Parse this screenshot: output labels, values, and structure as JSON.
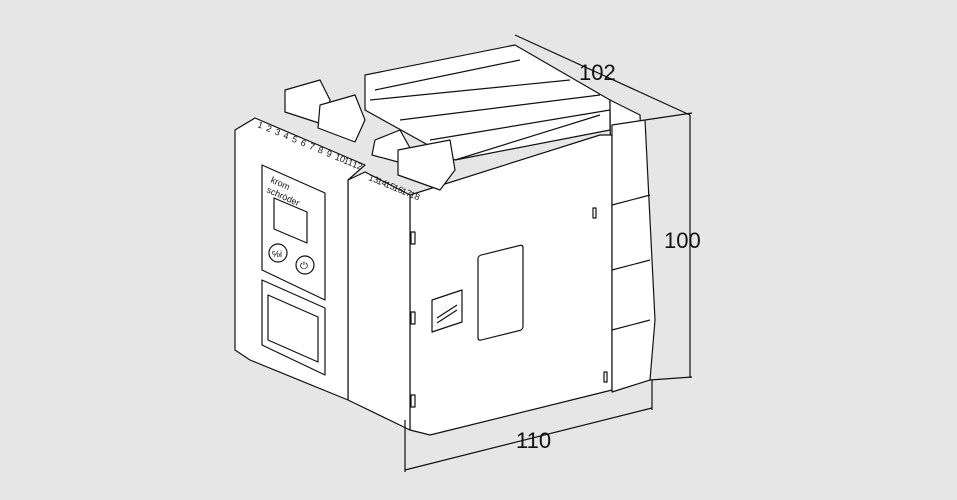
{
  "dimensions": {
    "depth": "102",
    "height": "100",
    "width": "110"
  },
  "terminals": {
    "left": [
      "1",
      "2",
      "3",
      "4",
      "5",
      "6",
      "7",
      "8",
      "9",
      "10",
      "11",
      "12"
    ],
    "right": [
      "13",
      "14",
      "15",
      "16",
      "17",
      "18"
    ]
  },
  "logo": {
    "line1": "krom",
    "line2": "schröder"
  },
  "colors": {
    "background": "#e6e6e6",
    "device": "#ffffff",
    "lines": "#111111"
  }
}
